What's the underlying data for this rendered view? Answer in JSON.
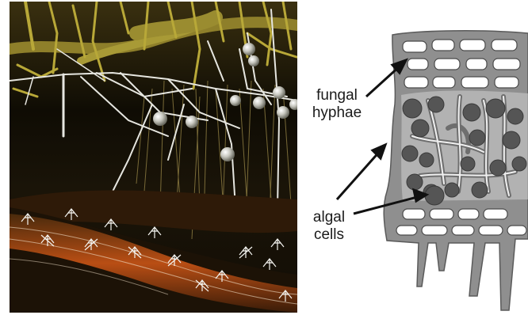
{
  "left_panel": {
    "subject": "3D rendering of fungal hyphae growing through soil, plant roots, and tree root tissue"
  },
  "right_panel": {
    "labels": {
      "fungal_hyphae": "fungal\nhyphae",
      "algal_cells": "algal\ncells"
    }
  }
}
